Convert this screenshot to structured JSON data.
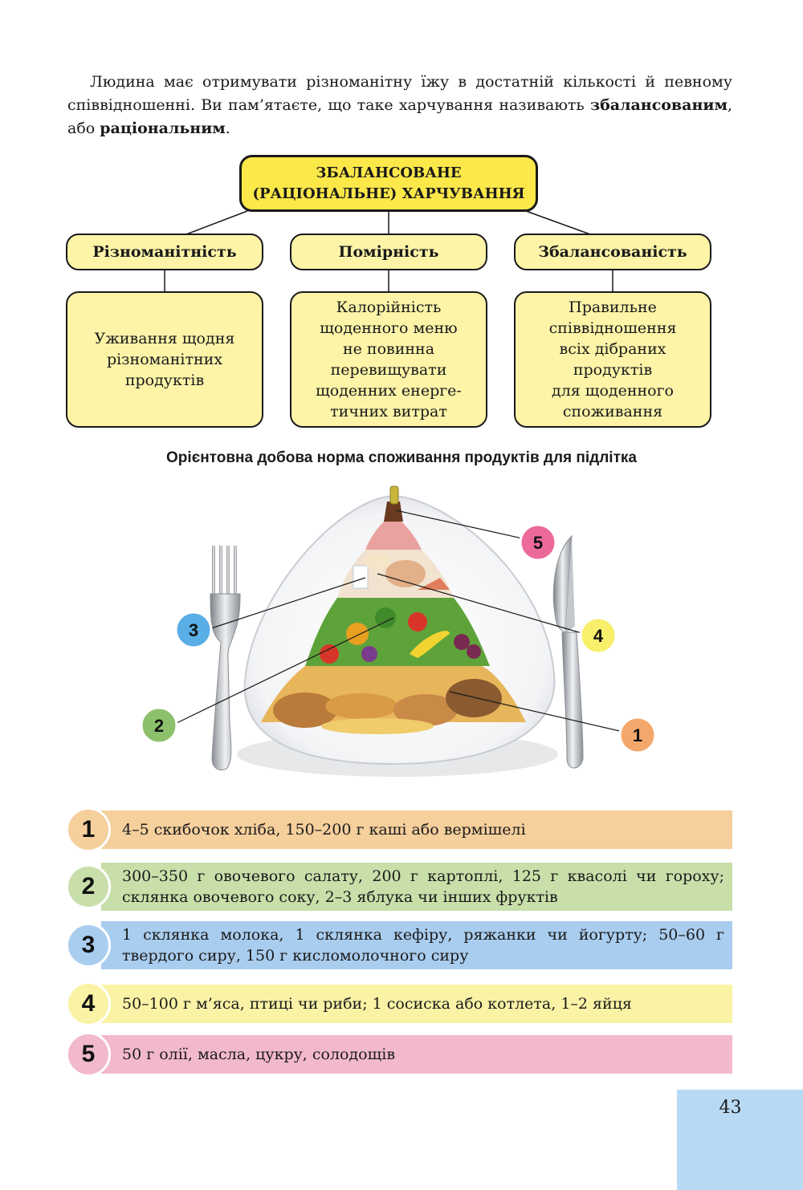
{
  "intro": {
    "text_1": "Людина має отримувати різноманітну їжу в достатній кількості й певному співвідношенні. Ви пам’ятаєте, що таке харчування називають ",
    "bold_1": "збалансованим",
    "text_2": ", або ",
    "bold_2": "раціональним",
    "text_3": "."
  },
  "diagram": {
    "root_line1": "ЗБАЛАНСОВАНЕ",
    "root_line2": "(РАЦІОНАЛЬНЕ) ХАРЧУВАННЯ",
    "branches": [
      {
        "title": "Різноманітність",
        "desc": [
          "Уживання щодня",
          "різноманітних",
          "продуктів"
        ]
      },
      {
        "title": "Помірність",
        "desc": [
          "Калорійність",
          "щоденного меню",
          "не повинна",
          "перевищувати",
          "щоденних енерге-",
          "тичних витрат"
        ]
      },
      {
        "title": "Збалансованість",
        "desc": [
          "Правильне",
          "співвідношення",
          "всіх дібраних",
          "продуктів",
          "для щоденного",
          "споживання"
        ]
      }
    ]
  },
  "subtitle": "Орієнтовна добова норма споживання продуктів для підлітка",
  "callouts": [
    "1",
    "2",
    "3",
    "4",
    "5"
  ],
  "norms": [
    {
      "num": "1",
      "text": "4–5 скибочок хліба, 150–200 г каші або вермішелі",
      "color": "#f5cf9c",
      "circle": "#f5cf9c"
    },
    {
      "num": "2",
      "text": "300–350 г овочевого салату, 200 г картоплі, 125 г квасолі чи гороху; склянка овочевого соку, 2–3 яблука чи інших фруктів",
      "color": "#c8dfaa",
      "circle": "#c8dfaa"
    },
    {
      "num": "3",
      "text": "1 склянка молока, 1 склянка кефіру, ряжанки чи йогурту; 50–60 г твердого сиру, 150 г кисломолочного сиру",
      "color": "#a9cdef",
      "circle": "#a9cdef"
    },
    {
      "num": "4",
      "text": "50–100 г м’яса, птиці чи риби; 1 сосиска або котлета, 1–2 яйця",
      "color": "#faf3a6",
      "circle": "#faf3a6"
    },
    {
      "num": "5",
      "text": "50 г олії, масла, цукру, солодощів",
      "color": "#f2b9cb",
      "circle": "#f2b9cb"
    }
  ],
  "colors": {
    "badge1": "#f4a76a",
    "badge2": "#8cc06a",
    "badge3": "#5aaee6",
    "badge4": "#f8ef6a",
    "badge5": "#ec6a9a"
  },
  "page_number": "43"
}
